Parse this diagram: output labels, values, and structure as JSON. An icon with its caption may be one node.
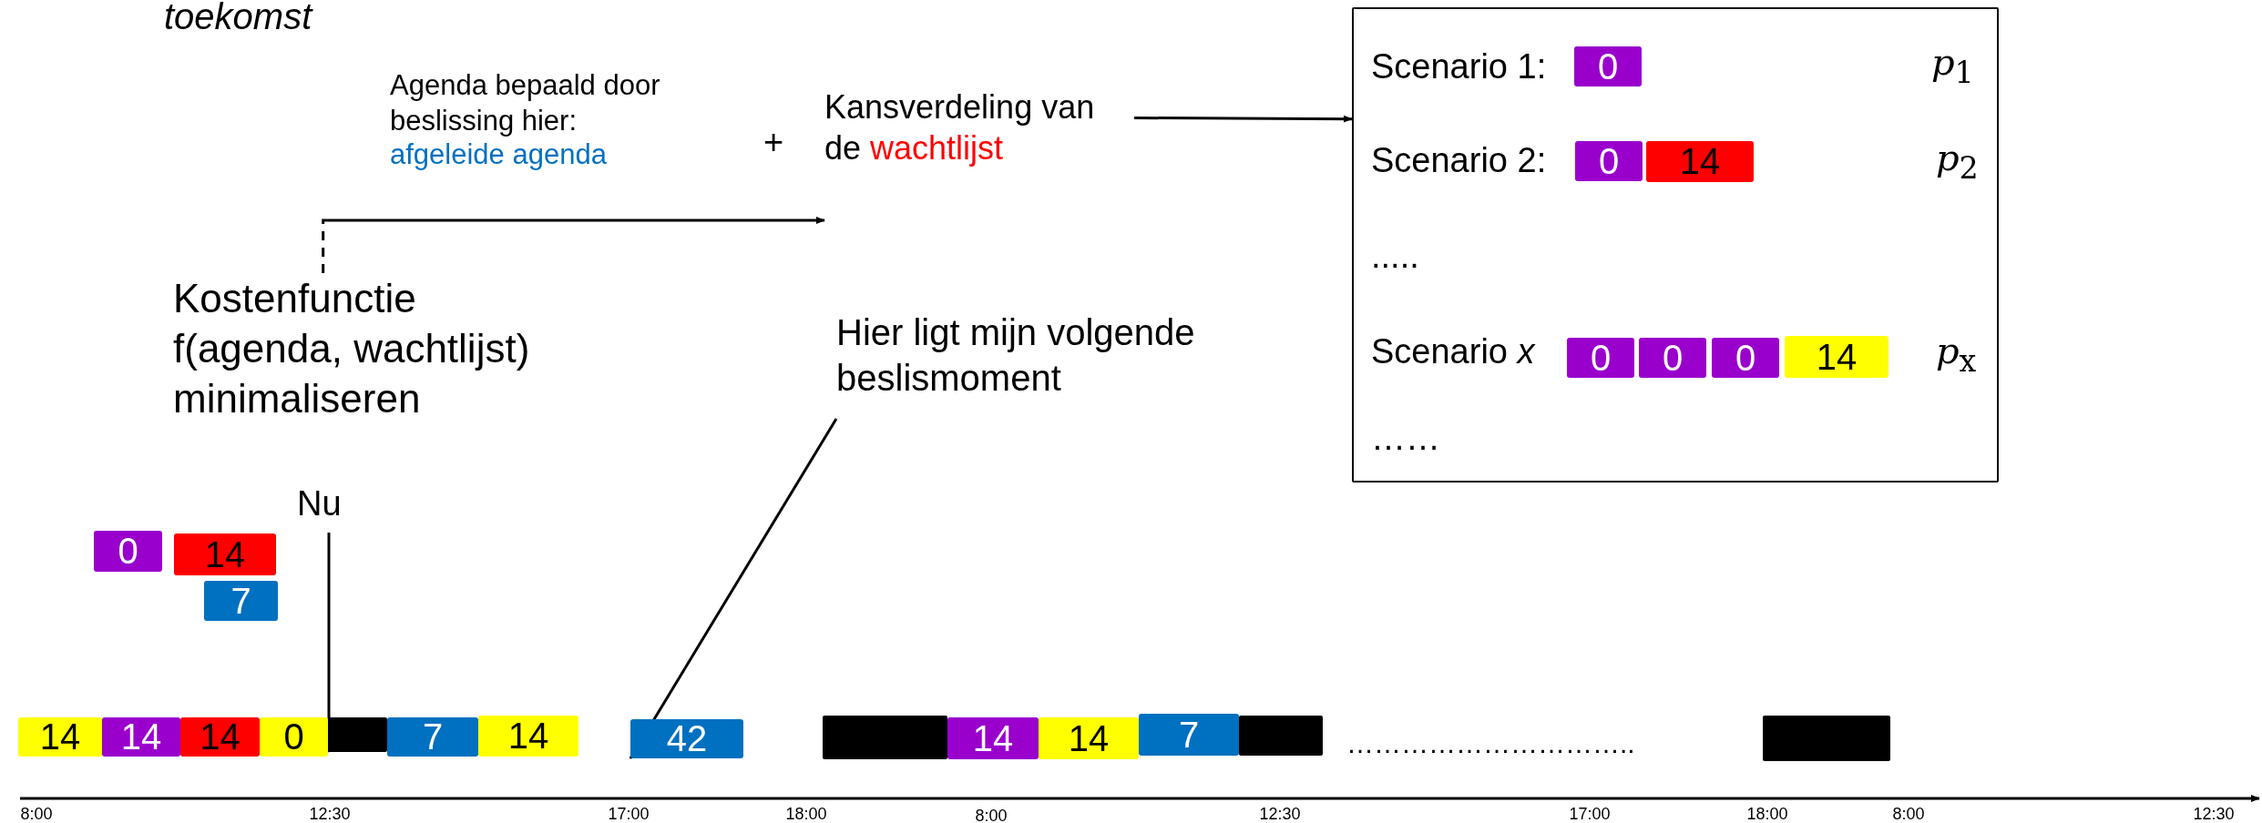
{
  "diagram": {
    "nodes": [
      {
        "text": [
          "Kostenfunctie f(agenda, wachtlijst) minimaliseren"
        ]
      },
      {
        "text": [
          "Kansverdeling van de wachtlijst"
        ]
      },
      {
        "text": [],
        "shape": "box"
      },
      {
        "text": [
          "0"
        ],
        "in": 2
      },
      {
        "text": [
          "0"
        ],
        "in": 2
      },
      {
        "text": [
          "14"
        ],
        "in": 2
      },
      {
        "text": [
          "0"
        ],
        "in": 2
      },
      {
        "text": [
          "0"
        ],
        "in": 2
      },
      {
        "text": [
          "0"
        ],
        "in": 2
      },
      {
        "text": [
          "14"
        ],
        "in": 2
      },
      {
        "text": [
          "Hier ligt mijn volgende beslismoment"
        ]
      },
      {
        "text": [
          "Nu"
        ]
      },
      {
        "text": [
          "0"
        ]
      },
      {
        "text": [
          "14"
        ]
      },
      {
        "text": [
          "7"
        ]
      },
      {
        "text": [
          "14"
        ]
      },
      {
        "text": [
          "14"
        ]
      },
      {
        "text": [
          "14"
        ]
      },
      {
        "text": [
          "0"
        ]
      },
      {
        "text": [],
        "shape": "box"
      },
      {
        "text": [
          "7"
        ]
      },
      {
        "text": [
          "14"
        ]
      },
      {
        "text": [
          "42"
        ]
      },
      {
        "text": [],
        "shape": "box"
      },
      {
        "text": [
          "14"
        ]
      },
      {
        "text": [
          "14"
        ]
      },
      {
        "text": [
          "7"
        ]
      },
      {
        "text": [],
        "shape": "box"
      },
      {
        "text": [],
        "shape": "box"
      }
    ],
    "edges": [
      {
        "from": 0,
        "to": 1,
        "arrow": "to",
        "style": "dashed"
      },
      {
        "from": 1,
        "to": 2,
        "arrow": "to"
      },
      {
        "from": 10,
        "to": 22,
        "arrow": "to"
      },
      {
        "from": 11,
        "to": 19,
        "arrow": "to"
      }
    ],
    "labels": [
      "toekomst",
      "Agenda bepaald door beslissing hier:",
      "afgeleide agenda",
      "+",
      "Scenario 1:",
      "*p*$_{1}$",
      "Scenario 2:",
      "*p*$_{2}$",
      ".....",
      "Scenario *x*",
      "*p*$_{x}$",
      "……",
      "…………………………..",
      "8:00",
      "12:30",
      "17:00",
      "18:00",
      "8:00",
      "12:30",
      "17:00",
      "18:00",
      "8:00",
      "12:30"
    ]
  }
}
